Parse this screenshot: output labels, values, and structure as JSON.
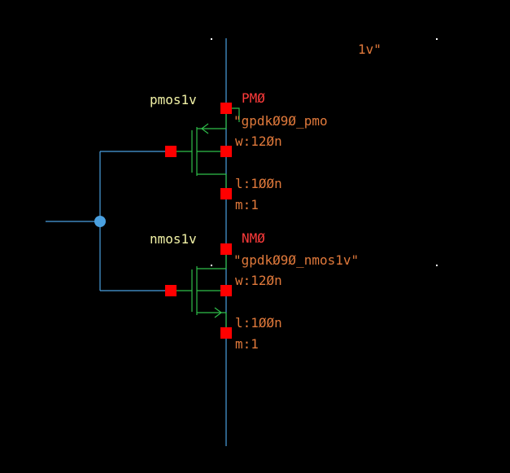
{
  "top_label": "1v\"",
  "pmos": {
    "cell": "pmos1v",
    "instance": "PMØ",
    "model": "\"gpdkØ9Ø_pmo",
    "width": "w:12Øn",
    "length": "l:1ØØn",
    "multiplier": "m:1"
  },
  "nmos": {
    "cell": "nmos1v",
    "instance": "NMØ",
    "model": "\"gpdkØ9Ø_nmos1v\"",
    "width": "w:12Øn",
    "length": "l:1ØØn",
    "multiplier": "m:1"
  },
  "colors": {
    "background": "#000000",
    "wire": "#4aa0e0",
    "symbol": "#2fbf4a",
    "pin": "#ff0000",
    "cell_label": "#f2f2a6",
    "instance_label": "#ff3b3b",
    "param_label": "#e0793b"
  }
}
